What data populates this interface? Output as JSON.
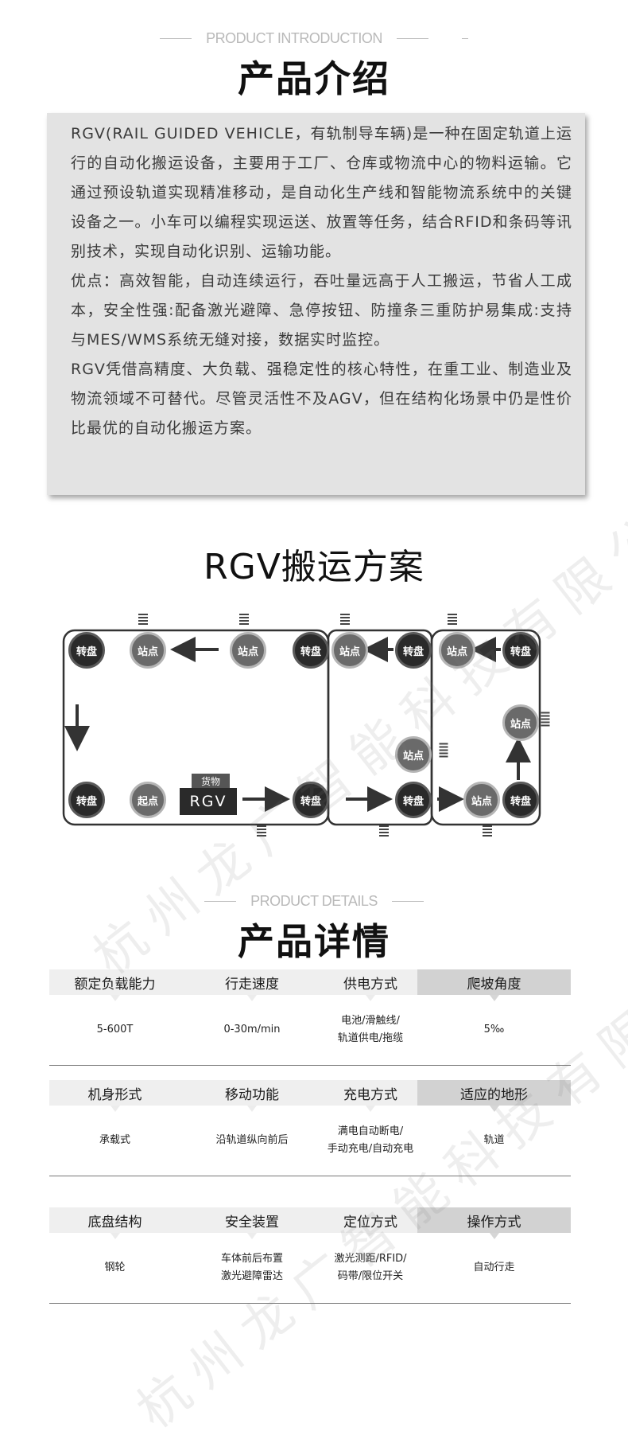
{
  "intro": {
    "subtitle": "PRODUCT INTRODUCTION",
    "title": "产品介绍",
    "paragraphs": [
      "RGV(RAIL GUIDED VEHICLE，有轨制导车辆)是一种在固定轨道上运行的自动化搬运设备，主要用于工厂、仓库或物流中心的物料运输。它通过预设轨道实现精准移动，是自动化生产线和智能物流系统中的关键设备之一。小车可以编程实现运送、放置等任务，结合RFID和条码等讯别技术，实现自动化识别、运输功能。",
      "优点：高效智能，自动连续运行，吞吐量远高于人工搬运，节省人工成本，安全性强:配备激光避障、急停按钮、防撞条三重防护易集成:支持与MES/WMS系统无缝对接，数据实时监控。",
      "RGV凭借高精度、大负载、强稳定性的核心特性，在重工业、制造业及物流领域不可替代。尽管灵活性不及AGV，但在结构化场景中仍是性价比最优的自动化搬运方案。"
    ]
  },
  "scheme": {
    "title": "RGV搬运方案",
    "labels": {
      "turntable": "转盘",
      "station": "站点",
      "start": "起点",
      "cargo": "货物",
      "vehicle": "RGV"
    }
  },
  "details": {
    "subtitle": "PRODUCT DETAILS",
    "title": "产品详情",
    "groups": [
      {
        "headers": [
          "额定负载能力",
          "行走速度",
          "供电方式",
          "爬坡角度"
        ],
        "values": [
          "5-600T",
          "0-30m/min",
          "电池/滑触线/\n轨道供电/拖缆",
          "5‰"
        ]
      },
      {
        "headers": [
          "机身形式",
          "移动功能",
          "充电方式",
          "适应的地形"
        ],
        "values": [
          "承载式",
          "沿轨道纵向前后",
          "满电自动断电/\n手动充电/自动充电",
          "轨道"
        ]
      },
      {
        "headers": [
          "底盘结构",
          "安全装置",
          "定位方式",
          "操作方式"
        ],
        "values": [
          "钢轮",
          "车体前后布置\n激光避障雷达",
          "激光测距/RFID/\n码带/限位开关",
          "自动行走"
        ]
      }
    ]
  },
  "watermark": "杭州龙广智能科技有限公司",
  "colors": {
    "intro_bg": "#e3e3e3",
    "header_light": "#efefef",
    "header_dark": "#d2d2d2",
    "turntable": "#2a2a2a",
    "station": "#6a6a6a"
  }
}
